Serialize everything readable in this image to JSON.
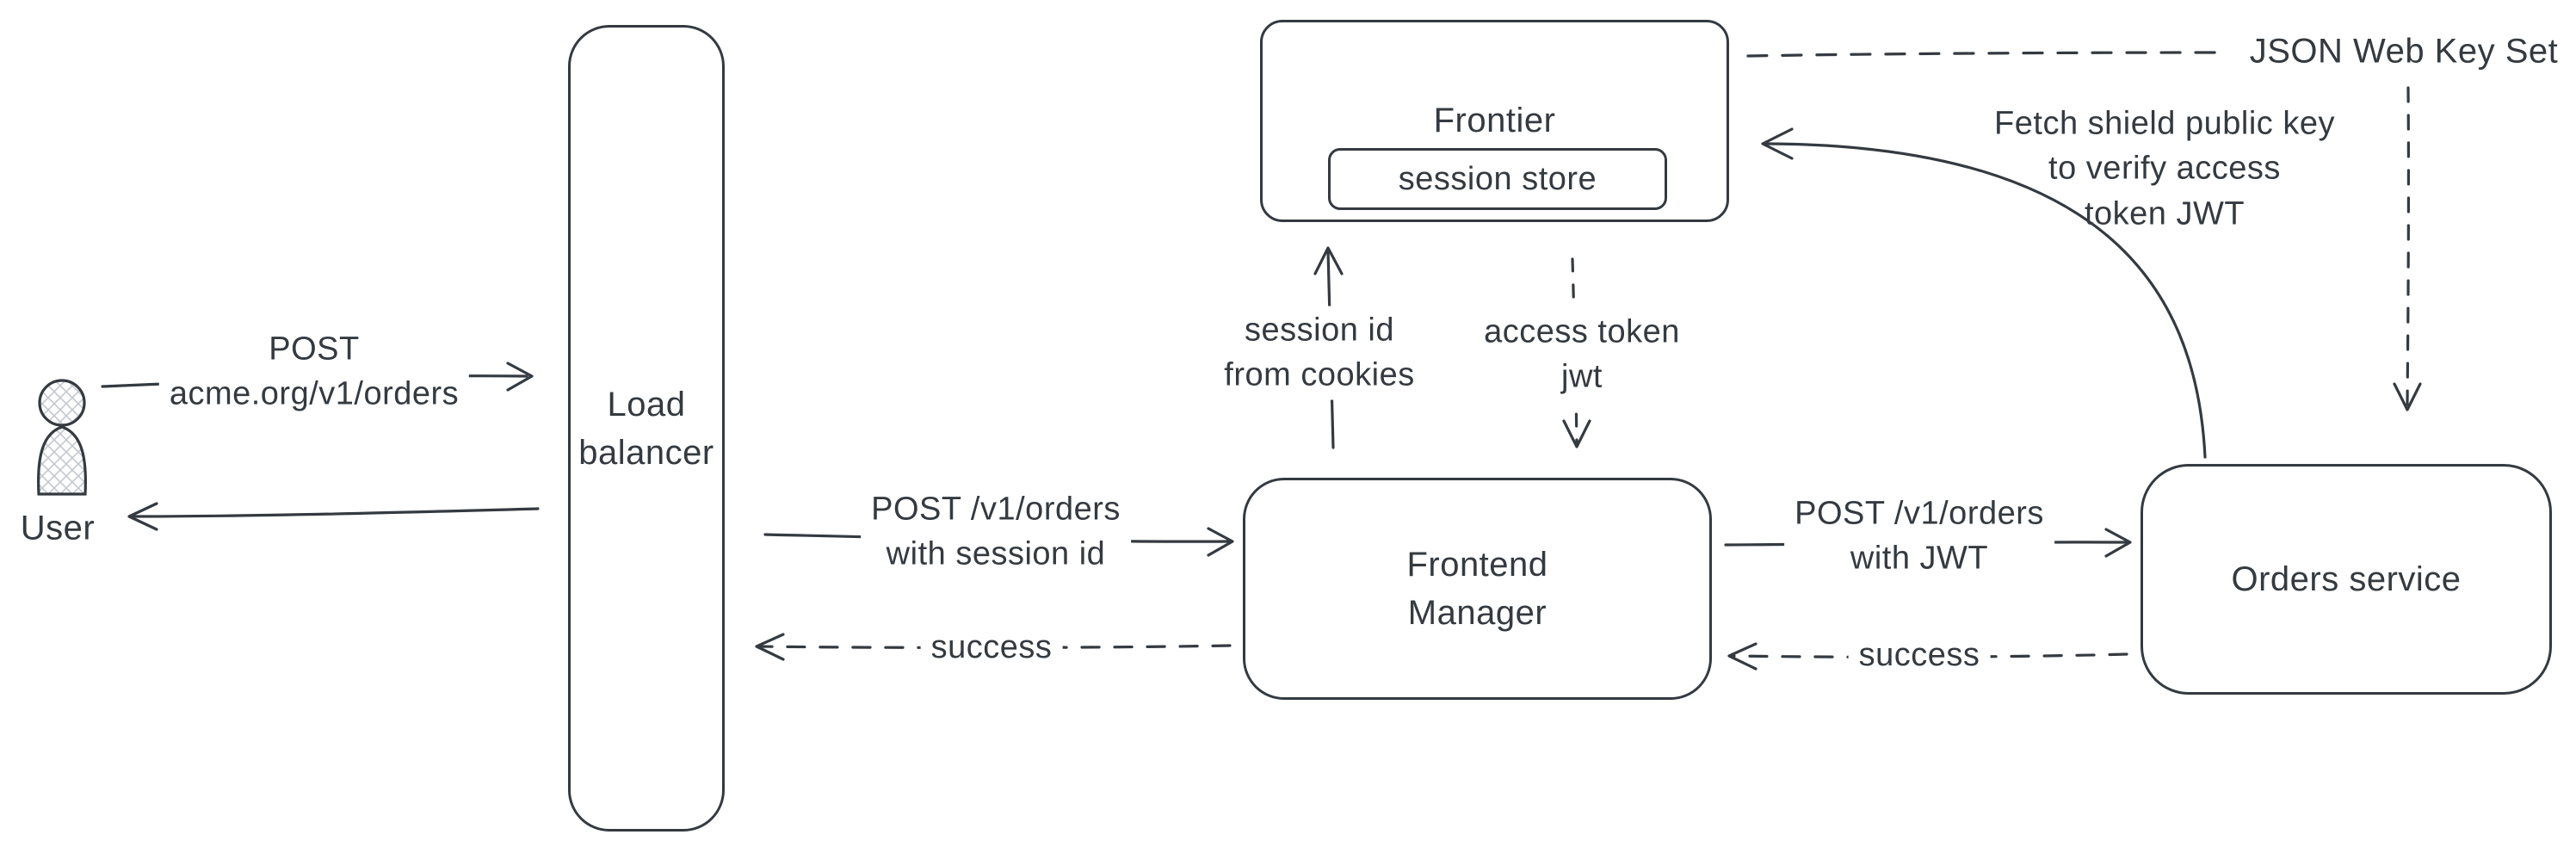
{
  "style": {
    "ink": "#343a40",
    "hatch": "#c3c8cf",
    "background": "#ffffff"
  },
  "nodes": {
    "user": "User",
    "load_balancer": "Load\nbalancer",
    "frontier": "Frontier",
    "session_store": "session store",
    "frontend_manager": "Frontend\nManager",
    "orders_service": "Orders service",
    "jwks": "JSON Web Key Set"
  },
  "edges": {
    "user_to_lb": "POST\nacme.org/v1/orders",
    "lb_to_fm": "POST /v1/orders\nwith session id",
    "fm_to_lb": "success",
    "fm_to_frontier": "session id\nfrom cookies",
    "frontier_to_fm": "access token\njwt",
    "fm_to_orders": "POST /v1/orders\nwith JWT",
    "orders_to_fm": "success",
    "orders_to_frontier": "Fetch shield public key\nto verify access\ntoken JWT"
  }
}
